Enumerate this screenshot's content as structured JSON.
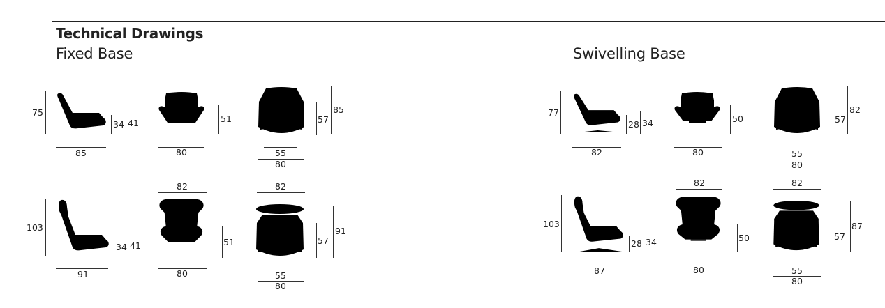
{
  "header": {
    "title": "Technical Drawings"
  },
  "fixed": {
    "title": "Fixed Base",
    "low": {
      "side_height": "75",
      "seat_height": "34",
      "arm_height": "41",
      "depth": "85",
      "front_arm_height": "51",
      "width": "80",
      "top_seat_height": "57",
      "top_height": "85",
      "top_seat_width": "55",
      "top_width": "80"
    },
    "high": {
      "side_height": "103",
      "seat_height": "34",
      "arm_height": "41",
      "depth": "91",
      "wing_width": "82",
      "front_arm_height": "51",
      "width": "80",
      "top_wing_width": "82",
      "top_seat_height": "57",
      "top_height": "91",
      "top_seat_width": "55",
      "top_width": "80"
    }
  },
  "swivel": {
    "title": "Swivelling Base",
    "low": {
      "side_height": "77",
      "seat_height": "28",
      "arm_height": "34",
      "depth": "82",
      "front_arm_height": "50",
      "width": "80",
      "top_seat_height": "57",
      "top_height": "82",
      "top_seat_width": "55",
      "top_width": "80"
    },
    "high": {
      "side_height": "103",
      "seat_height": "28",
      "arm_height": "34",
      "depth": "87",
      "wing_width": "82",
      "front_arm_height": "50",
      "width": "80",
      "top_wing_width": "82",
      "top_seat_height": "57",
      "top_height": "87",
      "top_seat_width": "55",
      "top_width": "80"
    }
  }
}
